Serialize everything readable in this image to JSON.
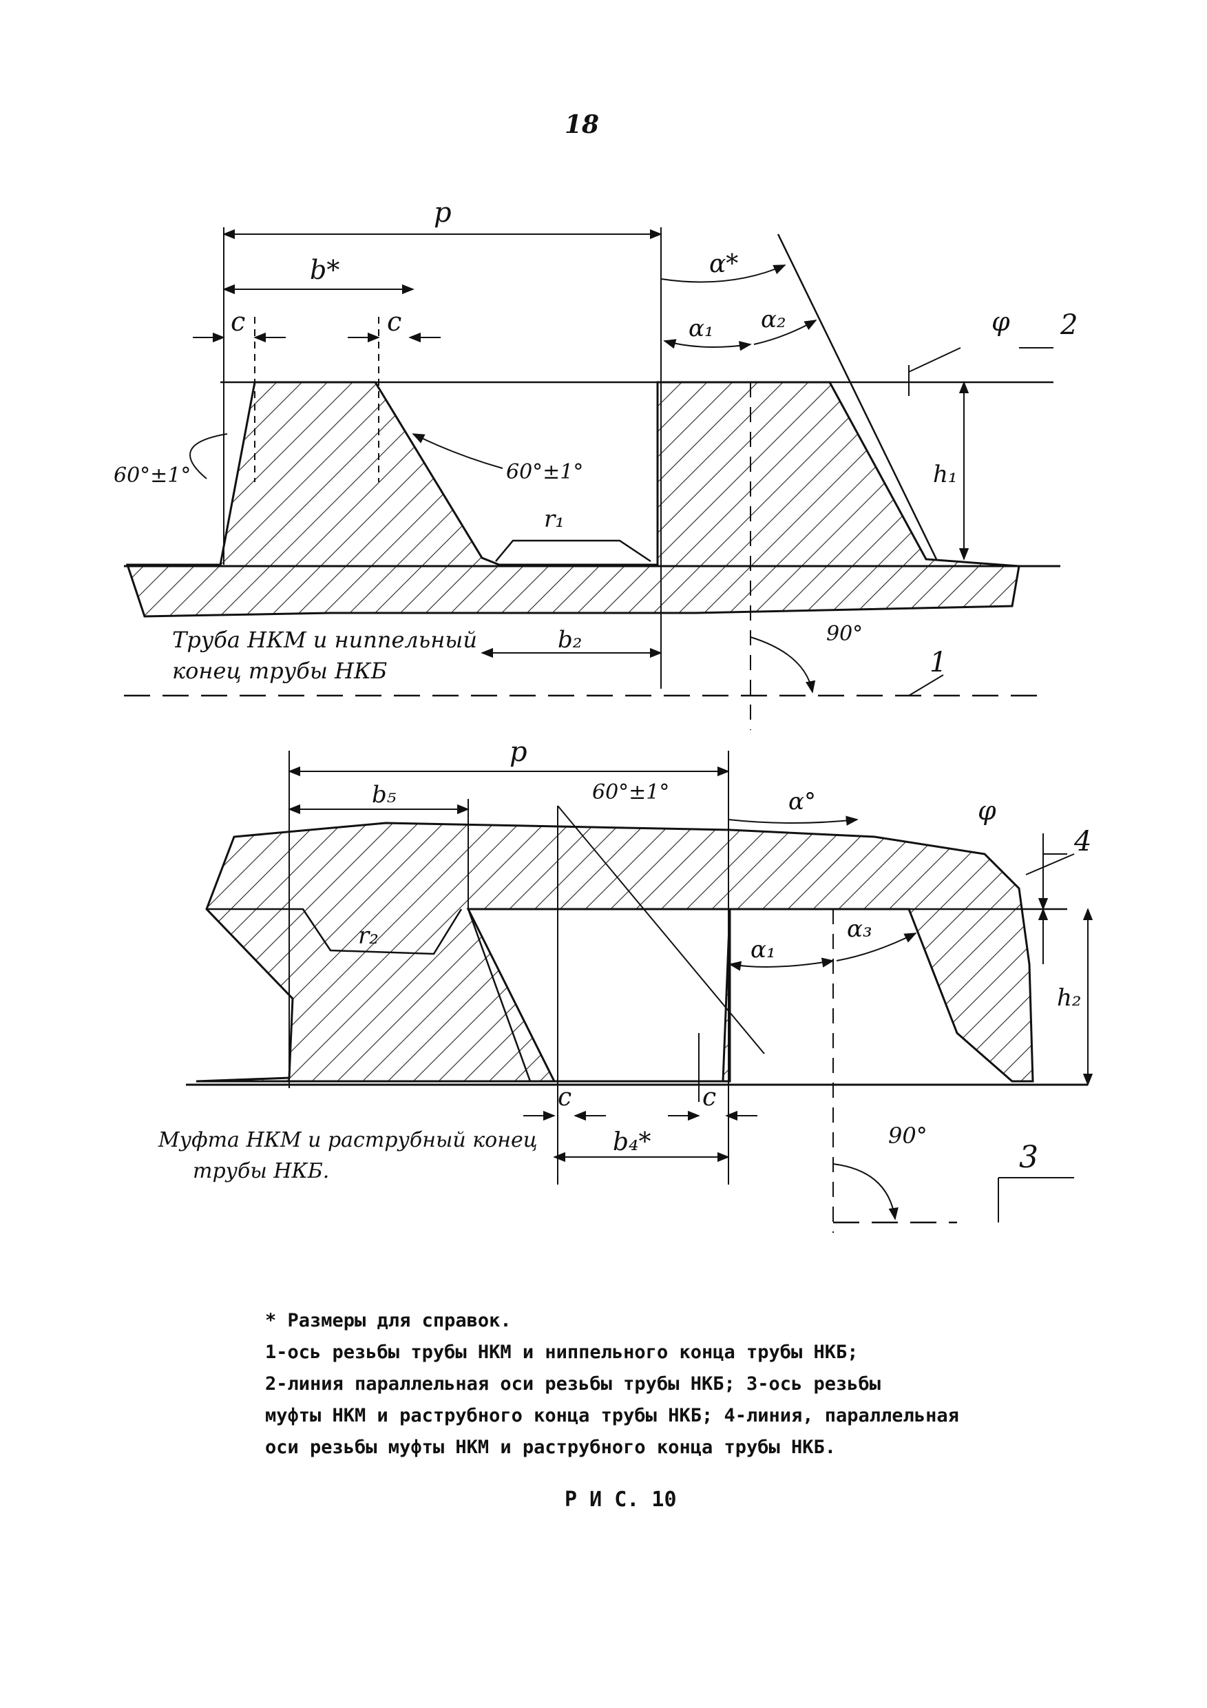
{
  "page_number": "18",
  "figure": {
    "upper": {
      "labels": {
        "p": "p",
        "b_star": "b*",
        "c_left": "c",
        "c_right": "c",
        "alpha_star": "α*",
        "alpha1": "α₁",
        "alpha2": "α₂",
        "phi": "φ",
        "line2": "2",
        "angle_left": "60°±1°",
        "angle_right": "60°±1°",
        "h1": "h₁",
        "r1": "r₁",
        "b2": "b₂",
        "angle90": "90°",
        "line1": "1"
      },
      "caption_line1": "Трубa НКМ и ниппельный",
      "caption_line2": "конец трубы НКБ"
    },
    "lower": {
      "labels": {
        "p": "p",
        "b5": "b₅",
        "angle_top": "60°±1°",
        "alpha0": "α°",
        "phi": "φ",
        "line4": "4",
        "r2": "r₂",
        "alpha1": "α₁",
        "alpha3": "α₃",
        "h2": "h₂",
        "c_left": "c",
        "c_right": "c",
        "b4_star": "b₄*",
        "angle90": "90°",
        "line3": "3"
      },
      "caption_line1": "Муфта НКМ и раструбный конец",
      "caption_line2": "трубы НКБ."
    }
  },
  "notes": [
    "* Размеры для справок.",
    "1-ось резьбы трубы НКМ и ниппельного конца трубы НКБ;",
    "2-линия параллельная оси резьбы трубы НКБ; 3-ось резьбы",
    " муфты НКМ и раструбного конца трубы НКБ; 4-линия, параллельная",
    " оси резьбы муфты НКМ и раструбного конца трубы НКБ."
  ],
  "figure_caption": "Р И С. 10"
}
